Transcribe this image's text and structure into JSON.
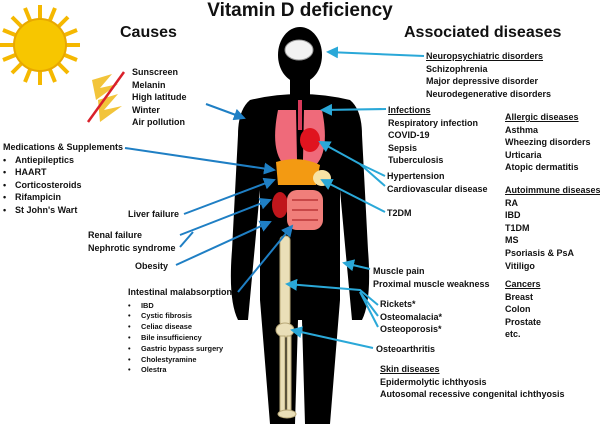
{
  "title": "Vitamin D deficiency",
  "headings": {
    "causes": "Causes",
    "diseases": "Associated diseases"
  },
  "causes": {
    "environment": [
      "Sunscreen",
      "Melanin",
      "High latitude",
      "Winter",
      "Air pollution"
    ],
    "medications": {
      "heading": "Medications & Supplements",
      "items": [
        "Antiepileptics",
        "HAART",
        "Corticosteroids",
        "Rifampicin",
        "St John's Wart"
      ]
    },
    "liver": "Liver failure",
    "renal": [
      "Renal failure",
      "Nephrotic syndrome"
    ],
    "obesity": "Obesity",
    "intestinal": {
      "heading": "Intestinal malabsorption",
      "items": [
        "IBD",
        "Cystic fibrosis",
        "Celiac disease",
        "Bile insufficiency",
        "Gastric bypass surgery",
        "Cholestyramine",
        "Olestra"
      ]
    }
  },
  "diseases": {
    "neuro": {
      "heading": "Neuropsychiatric disorders",
      "items": [
        "Schizophrenia",
        "Major depressive disorder",
        "Neurodegenerative disorders"
      ]
    },
    "infections": {
      "heading": "Infections",
      "items": [
        "Respiratory infection",
        "COVID-19",
        "Sepsis",
        "Tuberculosis"
      ]
    },
    "cardio": [
      "Hypertension",
      "Cardiovascular disease"
    ],
    "t2dm": "T2DM",
    "allergic": {
      "heading": "Allergic diseases",
      "items": [
        "Asthma",
        "Wheezing disorders",
        "Urticaria",
        "Atopic dermatitis"
      ]
    },
    "autoimmune": {
      "heading": "Autoimmune diseases",
      "items": [
        "RA",
        "IBD",
        "T1DM",
        "MS",
        "Psoriasis & PsA",
        "Vitiligo"
      ]
    },
    "cancers": {
      "heading": "Cancers",
      "items": [
        "Breast",
        "Colon",
        "Prostate",
        "etc."
      ]
    },
    "muscle": [
      "Muscle pain",
      "Proximal muscle weakness"
    ],
    "bone": [
      "Rickets*",
      "Osteomalacia*",
      "Osteoporosis*"
    ],
    "osteoarthritis": "Osteoarthritis",
    "skin": {
      "heading": "Skin diseases",
      "items": [
        "Epidermolytic  ichthyosis",
        "Autosomal recessive congenital ichthyosis"
      ]
    }
  },
  "colors": {
    "arrow": "#1f7fc4",
    "arrow_light": "#2aa8d8",
    "sun": "#f5c400",
    "skin": "#000000"
  }
}
